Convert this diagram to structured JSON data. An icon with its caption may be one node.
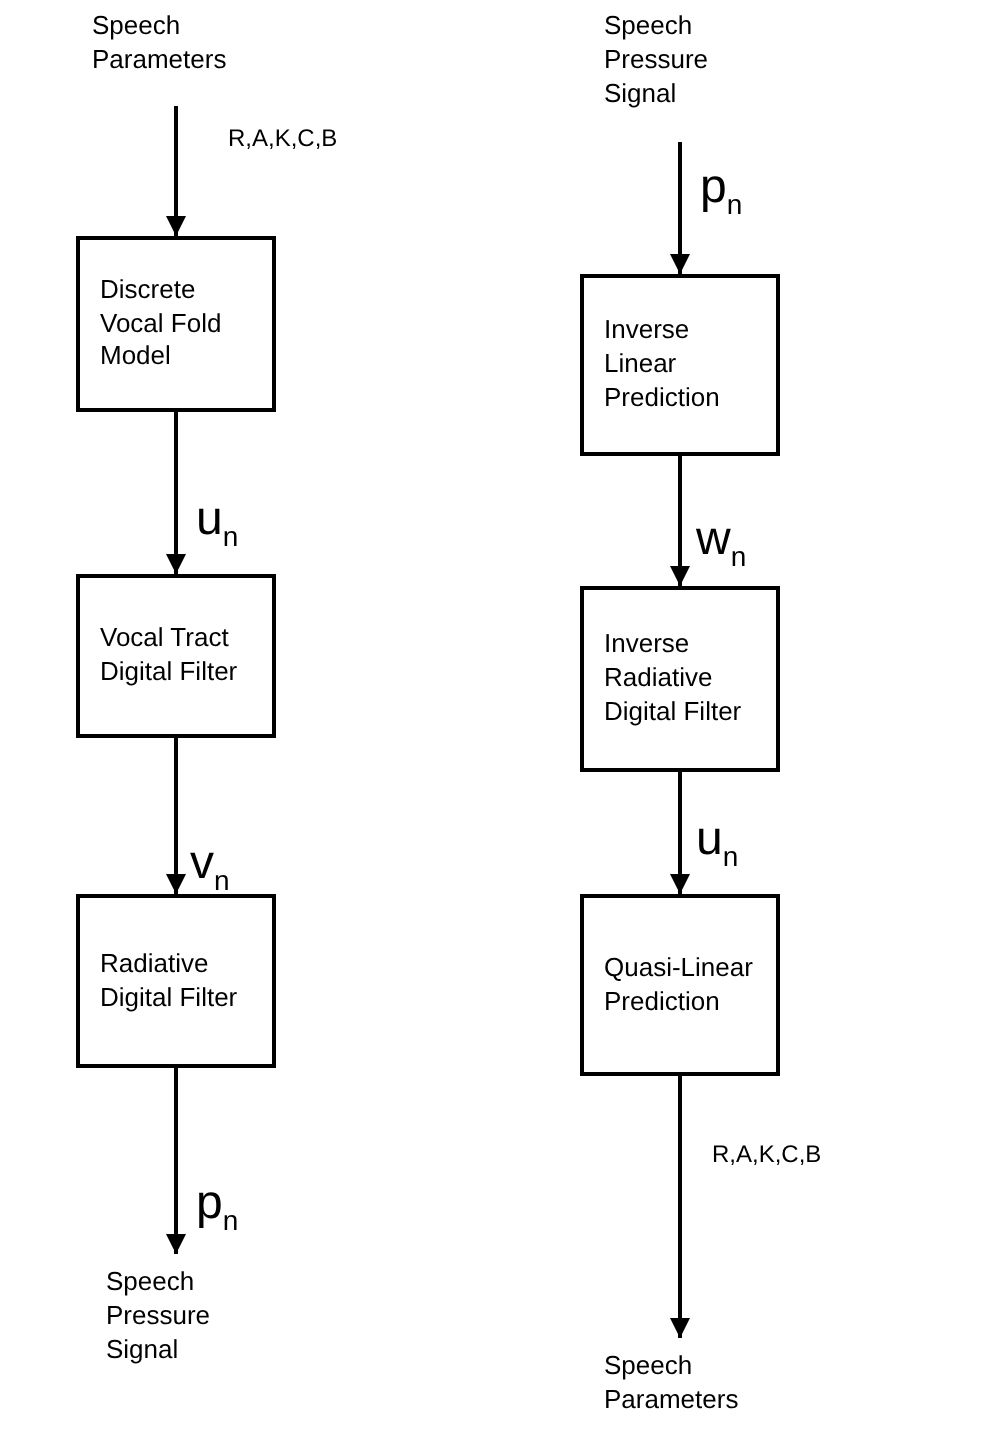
{
  "diagram": {
    "nodes": [
      {
        "text": [
          "Speech Parameters"
        ]
      },
      {
        "text": [
          "Discrete Vocal Fold Model"
        ]
      },
      {
        "text": [
          "Vocal Tract Digital Filter"
        ]
      },
      {
        "text": [
          "Radiative Digital Filter"
        ]
      },
      {
        "text": [
          "Speech Pressure Signal"
        ]
      },
      {
        "text": [
          "Speech Pressure Signal"
        ]
      },
      {
        "text": [
          "Inverse Linear Prediction"
        ]
      },
      {
        "text": [
          "Inverse Radiative Digital Filter"
        ]
      },
      {
        "text": [
          "Quasi-Linear Prediction"
        ]
      },
      {
        "text": [
          "Speech Parameters"
        ]
      }
    ],
    "edges": [
      {
        "from": 0,
        "to": 1,
        "arrow": "to",
        "label": "R,A,K,C,B"
      },
      {
        "from": 1,
        "to": 2,
        "arrow": "to",
        "label": "u$_{n}$"
      },
      {
        "from": 2,
        "to": 3,
        "arrow": "to",
        "label": "v$_{n}$"
      },
      {
        "from": 3,
        "to": 4,
        "arrow": "to",
        "label": "p$_{n}$"
      },
      {
        "from": 5,
        "to": 6,
        "arrow": "to",
        "label": "p$_{n}$"
      },
      {
        "from": 6,
        "to": 7,
        "arrow": "to",
        "label": "w$_{n}$"
      },
      {
        "from": 7,
        "to": 8,
        "arrow": "to",
        "label": "u$_{n}$"
      },
      {
        "from": 8,
        "to": 9,
        "arrow": "to",
        "label": "R,A,K,C,B"
      }
    ]
  }
}
